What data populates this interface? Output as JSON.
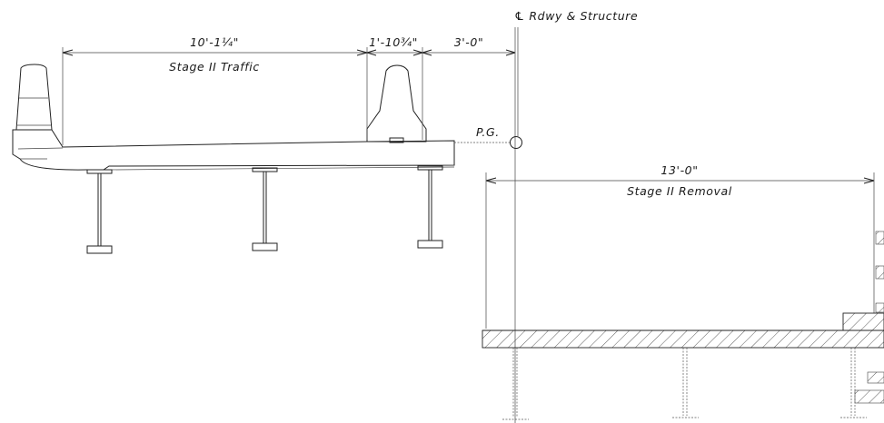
{
  "centerline_label": "℄ Rdwy & Structure",
  "profile_grade_label": "P.G.",
  "dim_stage2_traffic_width": "10'-1¼\"",
  "stage2_traffic_label": "Stage II Traffic",
  "dim_barrier_width": "1'-10¾\"",
  "dim_offset_to_centerline": "3'-0\"",
  "dim_stage2_removal_width": "13'-0\"",
  "stage2_removal_label": "Stage II Removal"
}
